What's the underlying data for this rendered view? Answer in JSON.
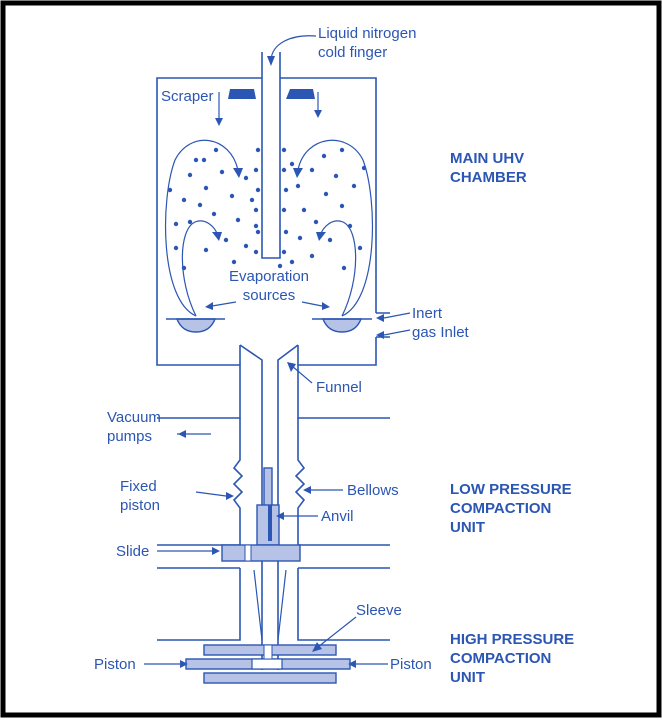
{
  "colors": {
    "ink": "#2b56b3",
    "part_fill": "#b7c3e6",
    "frame": "#000000"
  },
  "labels": {
    "liquid_nitrogen_line1": "Liquid nitrogen",
    "liquid_nitrogen_line2": "cold finger",
    "scraper": "Scraper",
    "evaporation_line1": "Evaporation",
    "evaporation_line2": "sources",
    "inert_line1": "Inert",
    "inert_line2": "gas Inlet",
    "funnel": "Funnel",
    "vacuum_line1": "Vacuum",
    "vacuum_line2": "pumps",
    "fixed_line1": "Fixed",
    "fixed_line2": "piston",
    "bellows": "Bellows",
    "anvil": "Anvil",
    "slide": "Slide",
    "sleeve": "Sleeve",
    "piston_left": "Piston",
    "piston_right": "Piston"
  },
  "headings": {
    "main_line1": "MAIN UHV",
    "main_line2": "CHAMBER",
    "low_line1": "LOW PRESSURE",
    "low_line2": "COMPACTION",
    "low_line3": "UNIT",
    "high_line1": "HIGH PRESSURE",
    "high_line2": "COMPACTION",
    "high_line3": "UNIT"
  }
}
